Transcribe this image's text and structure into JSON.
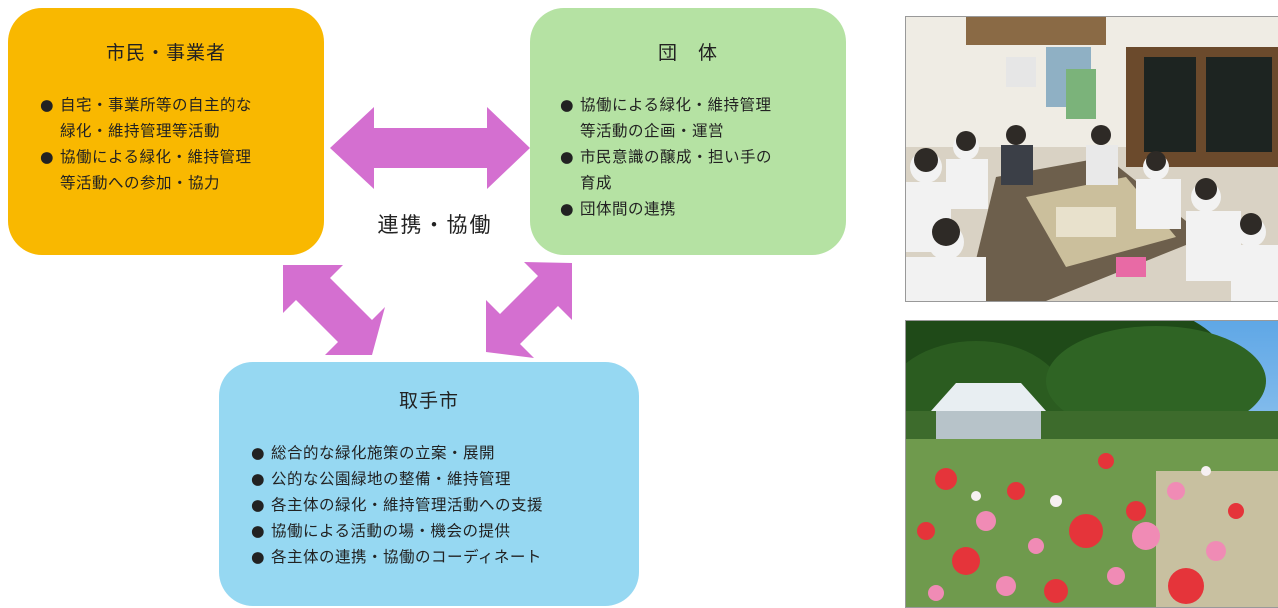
{
  "citizens": {
    "title": "市民・事業者",
    "items": [
      "自宅・事業所等の自主的な\n緑化・維持管理等活動",
      "協働による緑化・維持管理\n等活動への参加・協力"
    ]
  },
  "groups": {
    "title": "団　体",
    "items": [
      "協働による緑化・維持管理\n等活動の企画・運営",
      "市民意識の醸成・担い手の\n育成",
      "団体間の連携"
    ]
  },
  "city": {
    "title": "取手市",
    "items": [
      "総合的な緑化施策の立案・展開",
      "公的な公園緑地の整備・維持管理",
      "各主体の緑化・維持管理活動への支援",
      "協働による活動の場・機会の提供",
      "各主体の連携・協働のコーディネート"
    ]
  },
  "center_label": "連携・協働",
  "bullet": "●",
  "colors": {
    "citizens_box": "#f9b800",
    "groups_box": "#b5e2a3",
    "city_box": "#96d8f2",
    "arrow": "#d46fd0"
  },
  "photos": [
    {
      "name": "meeting-photo",
      "alt": "community meeting around a table"
    },
    {
      "name": "poppy-field-photo",
      "alt": "red and pink poppy field with white tent"
    }
  ]
}
